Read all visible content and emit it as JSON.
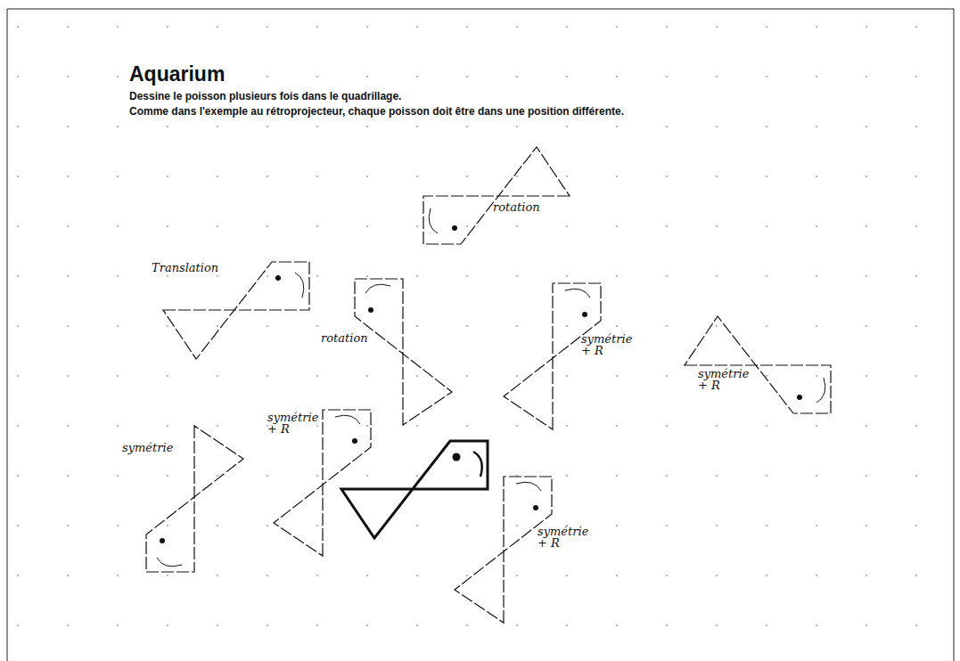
{
  "diagram": {
    "title": "Aquarium",
    "labels": [
      "Dessine le poisson plusieurs fois dans le quadrillage.",
      "Comme dans l'exemple au rétroprojecteur, chaque poisson doit être dans une position différente.",
      "rotation",
      "Translation",
      "rotation",
      "symétrie + R",
      "symétrie + R",
      "symétrie + R",
      "symétrie",
      "symétrie + R"
    ]
  }
}
